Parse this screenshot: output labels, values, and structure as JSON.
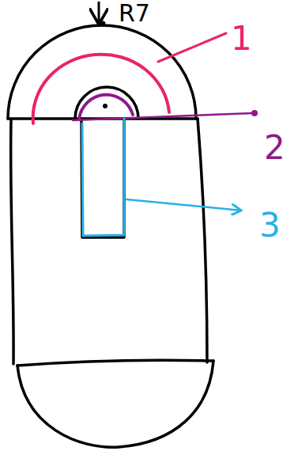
{
  "diagram": {
    "labels": [
      "R7",
      "1",
      "2",
      "3"
    ]
  }
}
